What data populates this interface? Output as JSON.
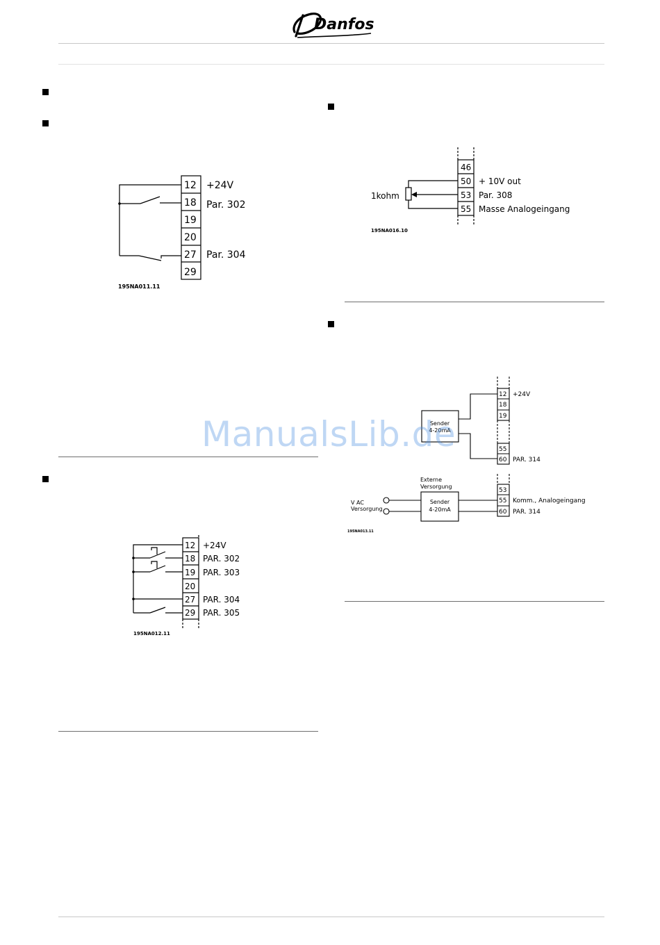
{
  "header": {
    "brand": "Danfoss"
  },
  "watermark": "ManualsLib.de",
  "diagram1": {
    "terminals": [
      "12",
      "18",
      "19",
      "20",
      "27",
      "29"
    ],
    "labels": {
      "t12": "+24V",
      "t18": "Par.  302",
      "t27": "Par.  304"
    },
    "code": "195NA011.11"
  },
  "diagram2": {
    "terminals": [
      "12",
      "18",
      "19",
      "20",
      "27",
      "29"
    ],
    "labels": {
      "t12": "+24V",
      "t18": "PAR.  302",
      "t19": "PAR.  303",
      "t27": "PAR.  304",
      "t29": "PAR.  305"
    },
    "code": "195NA012.11"
  },
  "diagram3": {
    "terminals": [
      "46",
      "50",
      "53",
      "55"
    ],
    "labels": {
      "t50": "+  10V  out",
      "t53": "Par.  308",
      "t55": "Masse  Analogeingang",
      "pot": "1kohm"
    },
    "code": "195NA016.10"
  },
  "diagram4": {
    "upper": {
      "terminals": [
        "12",
        "18",
        "19",
        "55",
        "60"
      ],
      "labels": {
        "t12": "+24V",
        "t60": "PAR.  314"
      },
      "sender_line1": "Sender",
      "sender_line2": "4-20mA"
    },
    "lower": {
      "terminals": [
        "53",
        "55",
        "60"
      ],
      "labels": {
        "t55": "Komm.,  Analogeingang",
        "t60": "PAR.  314"
      },
      "external_line1": "Externe",
      "external_line2": "Versorgung",
      "sender_line1": "Sender",
      "sender_line2": "4-20mA",
      "supply_line1": "V  AC",
      "supply_line2": "Versorgung"
    },
    "code": "195NA013.11"
  }
}
